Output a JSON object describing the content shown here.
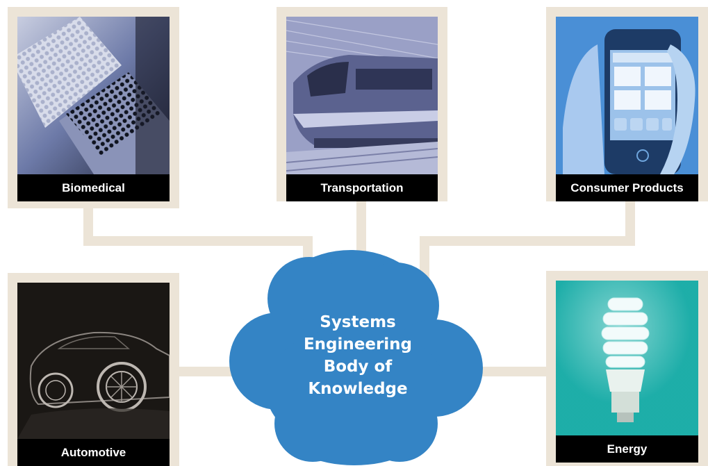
{
  "center": {
    "lines": [
      "Systems",
      "Engineering",
      "Body of",
      "Knowledge"
    ]
  },
  "domains": {
    "biomedical": "Biomedical",
    "transportation": "Transportation",
    "consumer": "Consumer  Products",
    "automotive": "Automotive",
    "energy": "Energy"
  },
  "colors": {
    "frame": "#ece4d7",
    "cloud": "#3484c5",
    "label_bg": "#000000",
    "label_text": "#ffffff"
  },
  "icons": {
    "biomedical": "lab-plates-image",
    "transportation": "train-image",
    "consumer": "smartphone-image",
    "automotive": "car-image",
    "energy": "lightbulb-image"
  }
}
